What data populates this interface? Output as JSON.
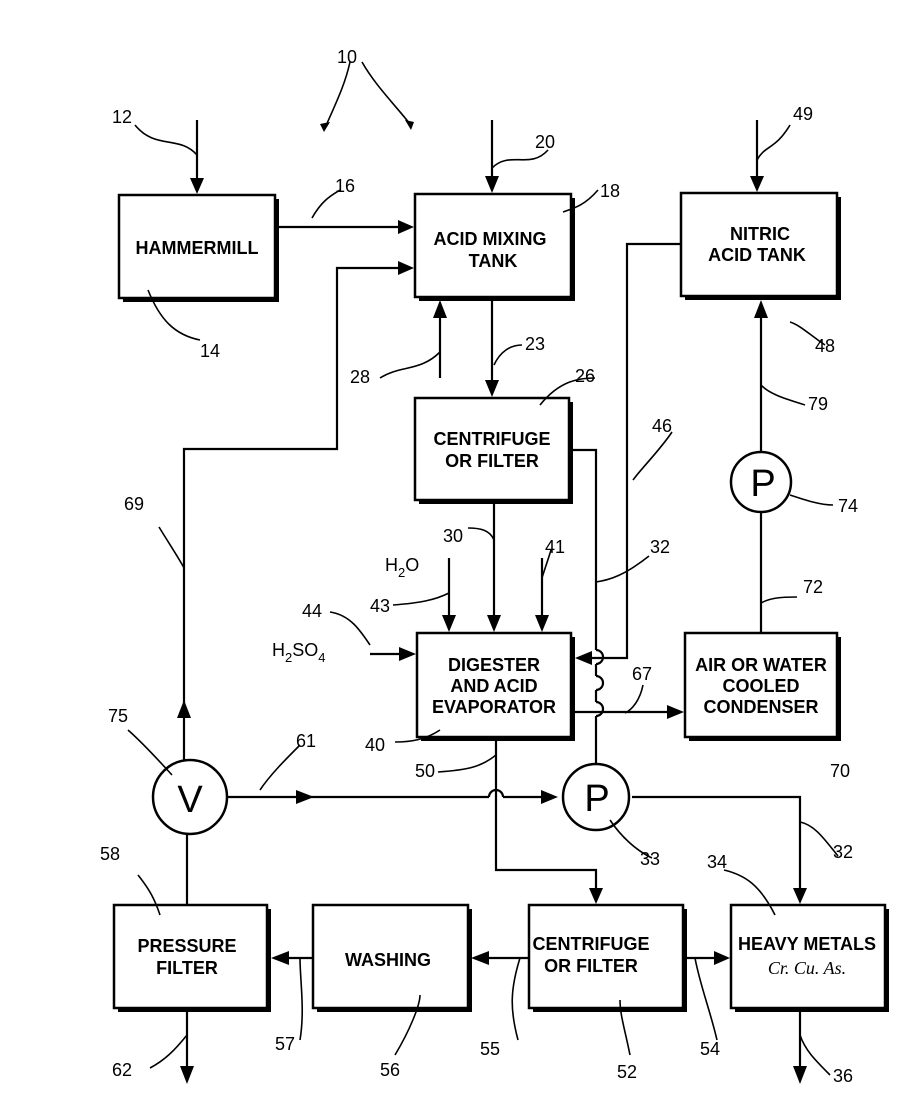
{
  "figure_ref": "10",
  "boxes": {
    "hammermill": "HAMMERMILL",
    "acid_mixing_1": "ACID MIXING",
    "acid_mixing_2": "TANK",
    "nitric_1": "NITRIC",
    "nitric_2": "ACID TANK",
    "centrifuge_top_1": "CENTRIFUGE",
    "centrifuge_top_2": "OR FILTER",
    "digester_1": "DIGESTER",
    "digester_2": "AND ACID",
    "digester_3": "EVAPORATOR",
    "condenser_1": "AIR OR WATER",
    "condenser_2": "COOLED",
    "condenser_3": "CONDENSER",
    "pressure_1": "PRESSURE",
    "pressure_2": "FILTER",
    "washing": "WASHING",
    "centrifuge_bot_1": "CENTRIFUGE",
    "centrifuge_bot_2": "OR FILTER",
    "heavy_1": "HEAVY METALS",
    "heavy_2": "Cr. Cu. As."
  },
  "circles": {
    "pump": "P",
    "valve": "V"
  },
  "chem": {
    "h2o_h": "H",
    "h2o_2": "2",
    "h2o_o": "O",
    "h2so4_h": "H",
    "h2so4_2": "2",
    "h2so4_so": "SO",
    "h2so4_4": "4"
  },
  "refs": {
    "r10": "10",
    "r12": "12",
    "r14": "14",
    "r16": "16",
    "r18": "18",
    "r20": "20",
    "r23": "23",
    "r26": "26",
    "r28": "28",
    "r30": "30",
    "r32a": "32",
    "r32b": "32",
    "r33": "33",
    "r34": "34",
    "r36": "36",
    "r40": "40",
    "r41": "41",
    "r43": "43",
    "r44": "44",
    "r46": "46",
    "r48": "48",
    "r49": "49",
    "r50": "50",
    "r52": "52",
    "r54": "54",
    "r55": "55",
    "r56": "56",
    "r57": "57",
    "r58": "58",
    "r61": "61",
    "r62": "62",
    "r67": "67",
    "r69": "69",
    "r70": "70",
    "r72": "72",
    "r74": "74",
    "r75": "75",
    "r79": "79"
  }
}
